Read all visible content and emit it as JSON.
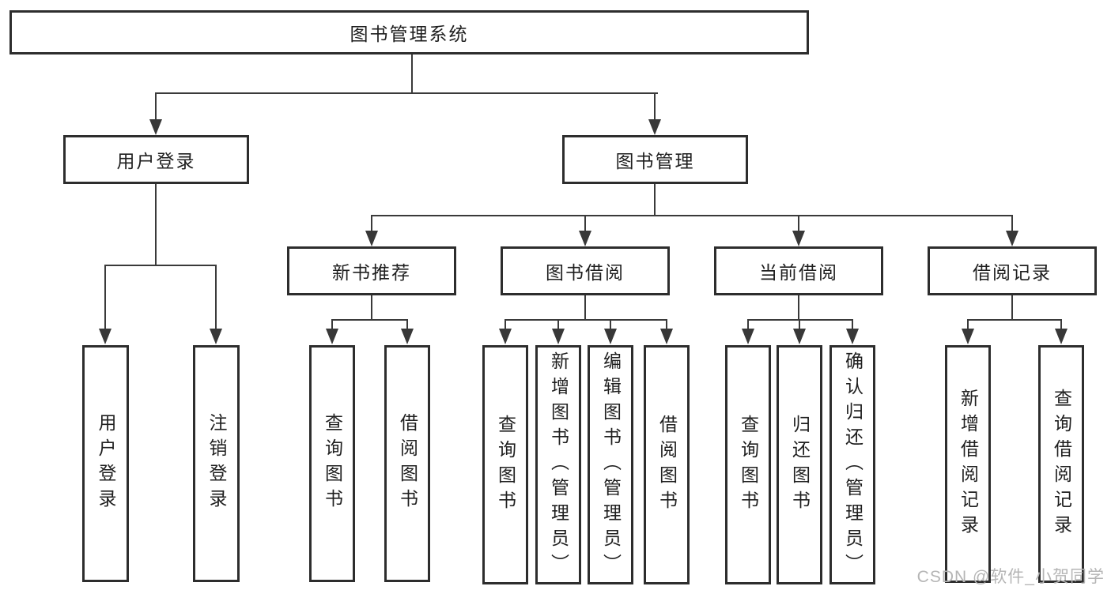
{
  "diagram": {
    "root": "图书管理系统",
    "user_login": {
      "label": "用户登录",
      "children": [
        "用户登录",
        "注销登录"
      ]
    },
    "book_management": {
      "label": "图书管理"
    },
    "new_book_recommend": {
      "label": "新书推荐",
      "children": [
        "查询图书",
        "借阅图书"
      ]
    },
    "book_borrow": {
      "label": "图书借阅",
      "children": [
        "查询图书",
        "新增图书（管理员）",
        "编辑图书（管理员）",
        "借阅图书"
      ]
    },
    "current_borrow": {
      "label": "当前借阅",
      "children": [
        "查询图书",
        "归还图书",
        "确认归还（管理员）"
      ]
    },
    "borrow_record": {
      "label": "借阅记录",
      "children": [
        "新增借阅记录",
        "查询借阅记录"
      ]
    },
    "watermark": "CSDN @软件_小贺同学"
  },
  "colors": {
    "box_border": "#2d2d2d",
    "connector": "#3a3a3a",
    "text": "#1f1f1f",
    "background": "#ffffff",
    "watermark": "#b5b5b5"
  }
}
